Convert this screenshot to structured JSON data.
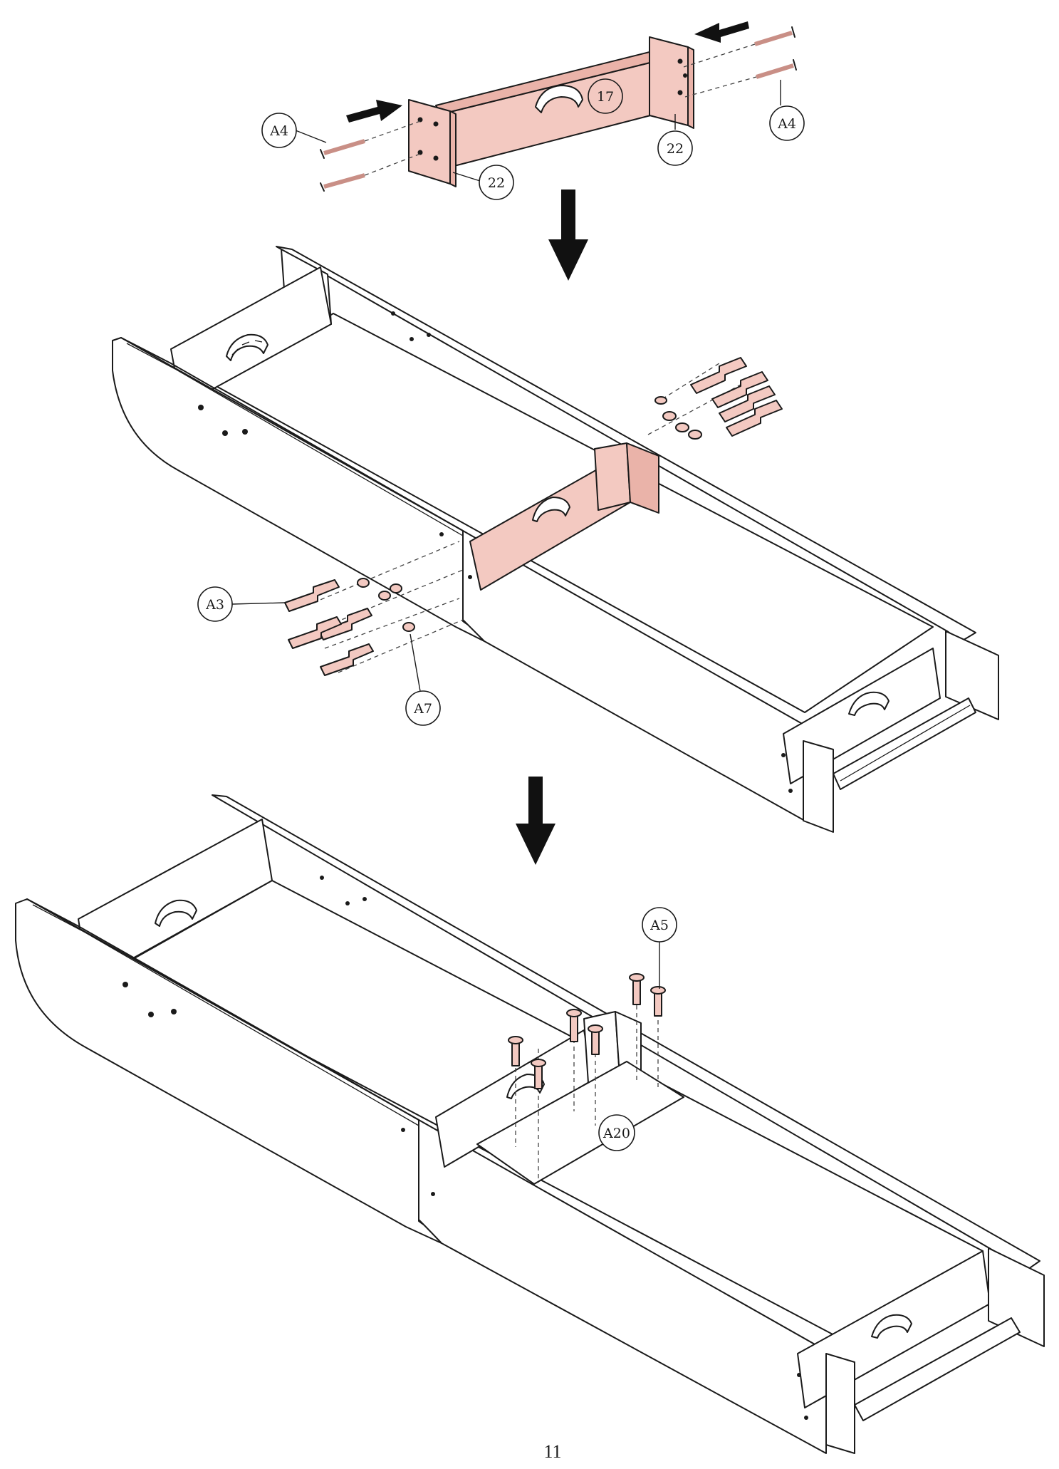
{
  "page_number": "11",
  "colors": {
    "highlight": "#f3c9c1",
    "line": "#1a1a1a",
    "arrow": "#111111"
  },
  "callouts": {
    "a4_left": "A4",
    "a4_right": "A4",
    "part_17": "17",
    "part_22_left": "22",
    "part_22_right": "22",
    "a3": "A3",
    "a7": "A7",
    "a5": "A5",
    "a20": "A20"
  }
}
